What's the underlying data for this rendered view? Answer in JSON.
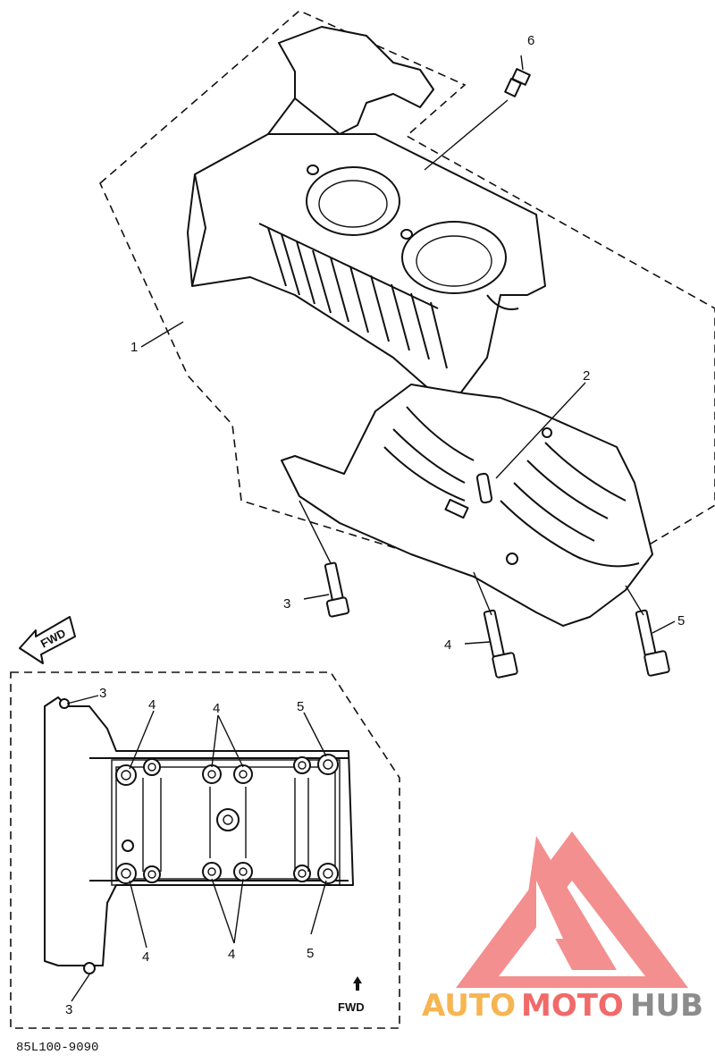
{
  "callouts": {
    "c1": "1",
    "c2": "2",
    "c3": "3",
    "c4": "4",
    "c5": "5",
    "c6": "6"
  },
  "inset": {
    "c3_top": "3",
    "c4_top_left": "4",
    "c4_top_center": "4",
    "c5_top": "5",
    "c4_bottom_left": "4",
    "c4_bottom_center": "4",
    "c5_bottom": "5",
    "c3_bottom": "3",
    "fwd": "FWD"
  },
  "fwd_arrow_label": "FWD",
  "diagram_code": "85L100-9090",
  "watermark": {
    "part1": "AUTO",
    "part2": "MOTO",
    "part3": "HUB",
    "color_orange": "#f6b552",
    "color_red": "#f06a6a",
    "color_gray": "#8c8c8c"
  }
}
